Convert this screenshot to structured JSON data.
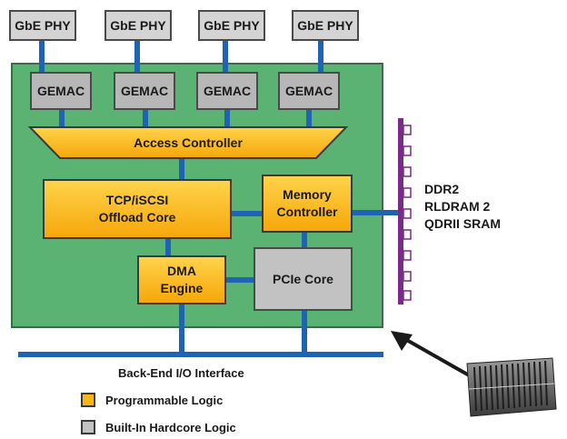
{
  "phys": [
    "GbE PHY",
    "GbE PHY",
    "GbE PHY",
    "GbE PHY"
  ],
  "gemacs": [
    "GEMAC",
    "GEMAC",
    "GEMAC",
    "GEMAC"
  ],
  "access_controller": "Access Controller",
  "tcp_core": [
    "TCP/iSCSI",
    "Offload Core"
  ],
  "memory_controller": [
    "Memory",
    "Controller"
  ],
  "dma_engine": [
    "DMA",
    "Engine"
  ],
  "pcie_core": "PCIe Core",
  "memory_types": [
    "DDR2",
    "RLDRAM 2",
    "QDRII SRAM"
  ],
  "backend_label": "Back-End I/O Interface",
  "legend": {
    "programmable": "Programmable Logic",
    "hardcore": "Built-In Hardcore Logic"
  },
  "colors": {
    "board": "#5bb373",
    "programmable": "#f9b617",
    "hardcore": "#c2c2c2",
    "interconnect": "#1f63b3",
    "memory_bus": "#7b2a8a"
  }
}
